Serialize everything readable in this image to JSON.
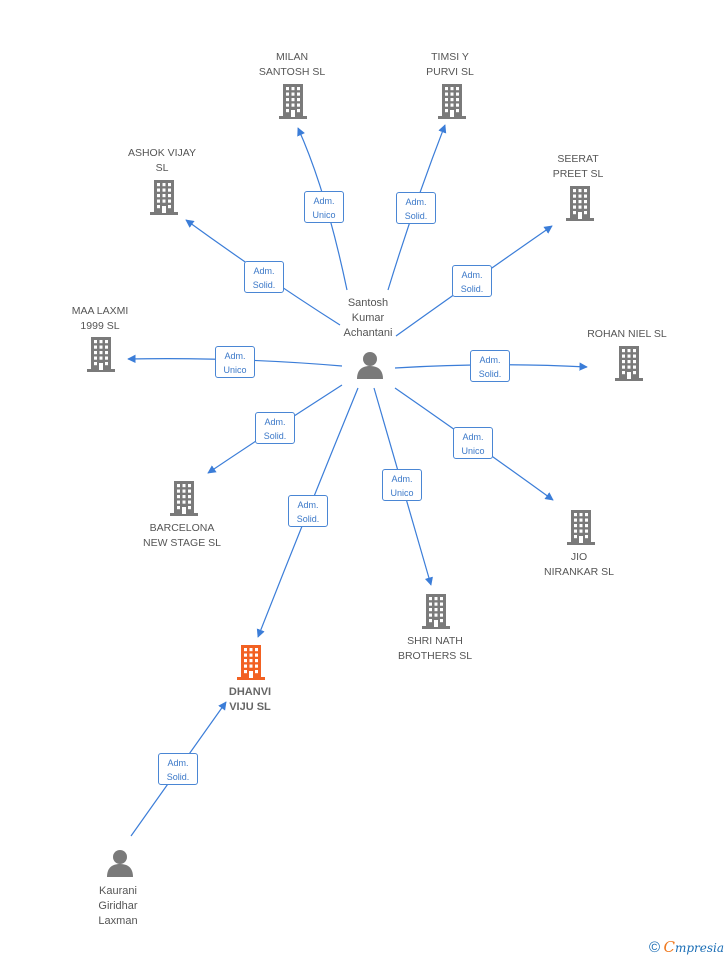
{
  "colors": {
    "edge": "#3b7dd8",
    "company": "#7a7a7a",
    "focus_company": "#f26122",
    "person": "#7a7a7a",
    "badge_border": "#4a86d4",
    "badge_text": "#3b78c8"
  },
  "icons": {
    "company": "building-icon",
    "person": "person-icon"
  },
  "persons": [
    {
      "id": "santosh",
      "label": "Santosh\nKumar\nAchantani"
    },
    {
      "id": "kaurani",
      "label": "Kaurani\nGiridhar\nLaxman"
    }
  ],
  "companies": [
    {
      "id": "milan",
      "label": "MILAN\nSANTOSH  SL",
      "focus": false
    },
    {
      "id": "timsi",
      "label": "TIMSI Y\nPURVI  SL",
      "focus": false
    },
    {
      "id": "ashok",
      "label": "ASHOK VIJAY\nSL",
      "focus": false
    },
    {
      "id": "seerat",
      "label": "SEERAT\nPREET  SL",
      "focus": false
    },
    {
      "id": "maa",
      "label": "MAA LAXMI\n1999  SL",
      "focus": false
    },
    {
      "id": "rohan",
      "label": "ROHAN NIEL  SL",
      "focus": false
    },
    {
      "id": "barcelona",
      "label": "BARCELONA\nNEW STAGE  SL",
      "focus": false
    },
    {
      "id": "jio",
      "label": "JIO\nNIRANKAR  SL",
      "focus": false
    },
    {
      "id": "shri",
      "label": "SHRI NATH\nBROTHERS  SL",
      "focus": false
    },
    {
      "id": "dhanvi",
      "label": "DHANVI\nVIJU  SL",
      "focus": true
    }
  ],
  "edges": [
    {
      "from": "santosh",
      "to": "milan",
      "role": "Adm.\nUnico"
    },
    {
      "from": "santosh",
      "to": "timsi",
      "role": "Adm.\nSolid."
    },
    {
      "from": "santosh",
      "to": "ashok",
      "role": "Adm.\nSolid."
    },
    {
      "from": "santosh",
      "to": "seerat",
      "role": "Adm.\nSolid."
    },
    {
      "from": "santosh",
      "to": "maa",
      "role": "Adm.\nUnico"
    },
    {
      "from": "santosh",
      "to": "rohan",
      "role": "Adm.\nSolid."
    },
    {
      "from": "santosh",
      "to": "barcelona",
      "role": "Adm.\nSolid."
    },
    {
      "from": "santosh",
      "to": "jio",
      "role": "Adm.\nUnico"
    },
    {
      "from": "santosh",
      "to": "shri",
      "role": "Adm.\nUnico"
    },
    {
      "from": "santosh",
      "to": "dhanvi",
      "role": "Adm.\nSolid."
    },
    {
      "from": "kaurani",
      "to": "dhanvi",
      "role": "Adm.\nSolid."
    }
  ],
  "footer": {
    "copyright": "©",
    "brand_initial": "C",
    "brand_rest": "mpresia"
  }
}
